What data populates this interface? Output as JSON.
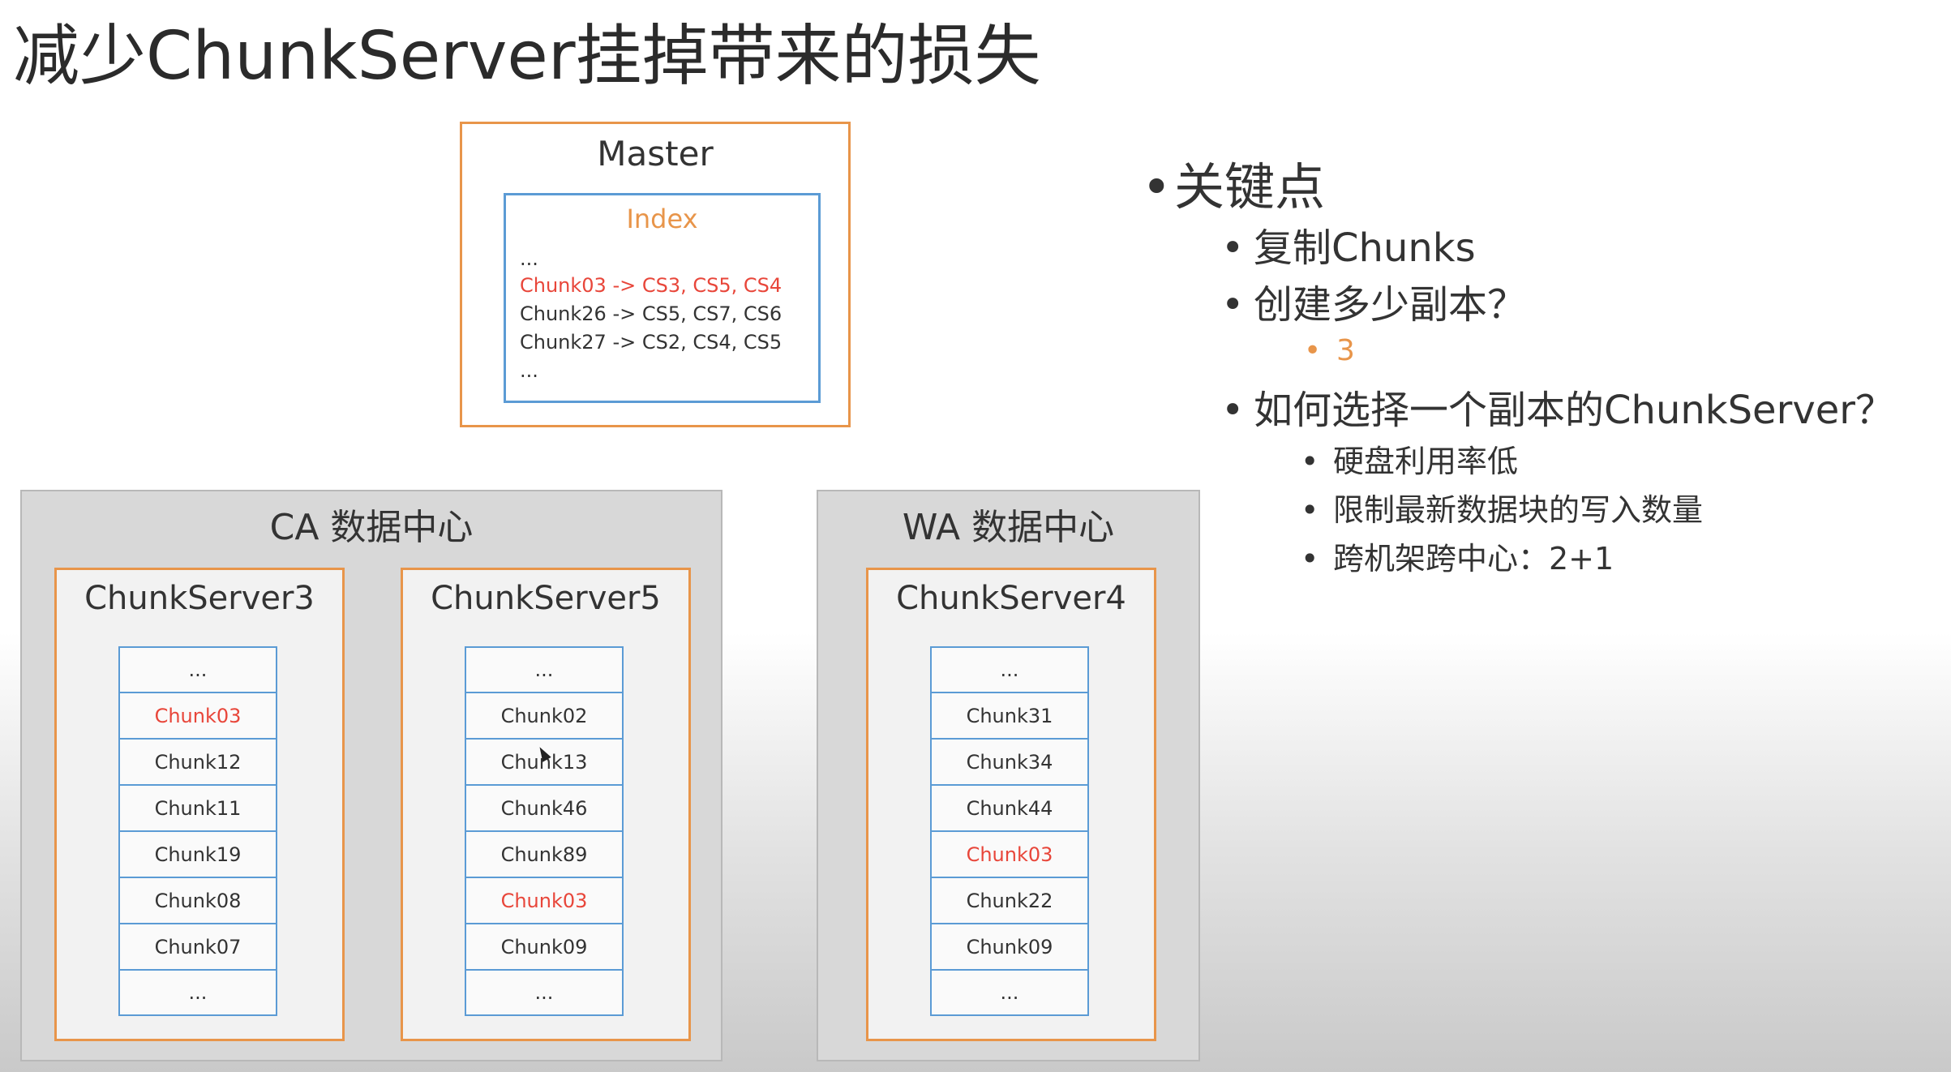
{
  "title": "减少ChunkServer挂掉带来的损失",
  "master": {
    "title": "Master",
    "index_title": "Index",
    "lines": [
      "...",
      "Chunk03 -> CS3, CS5, CS4",
      "Chunk26 -> CS5, CS7, CS6",
      "Chunk27 -> CS2, CS4, CS5",
      "..."
    ],
    "highlight_line_index": 1
  },
  "datacenters": [
    {
      "title": "CA 数据中心",
      "servers": [
        {
          "name": "ChunkServer3",
          "chunks": [
            "...",
            "Chunk03",
            "Chunk12",
            "Chunk11",
            "Chunk19",
            "Chunk08",
            "Chunk07",
            "..."
          ]
        },
        {
          "name": "ChunkServer5",
          "chunks": [
            "...",
            "Chunk02",
            "Chunk13",
            "Chunk46",
            "Chunk89",
            "Chunk03",
            "Chunk09",
            "..."
          ]
        }
      ]
    },
    {
      "title": "WA 数据中心",
      "servers": [
        {
          "name": "ChunkServer4",
          "chunks": [
            "...",
            "Chunk31",
            "Chunk34",
            "Chunk44",
            "Chunk03",
            "Chunk22",
            "Chunk09",
            "..."
          ]
        }
      ]
    }
  ],
  "highlight_chunk": "Chunk03",
  "bullets": {
    "main": "关键点",
    "sub1": "复制Chunks",
    "sub2": "创建多少副本？",
    "sub2_answer": "3",
    "sub3": "如何选择一个副本的ChunkServer？",
    "sub3_items": [
      "硬盘利用率低",
      "限制最新数据块的写入数量",
      "跨机架跨中心：2+1"
    ]
  },
  "colors": {
    "orange": "#e8954a",
    "blue": "#5b9bd5",
    "red": "#e8463a"
  }
}
